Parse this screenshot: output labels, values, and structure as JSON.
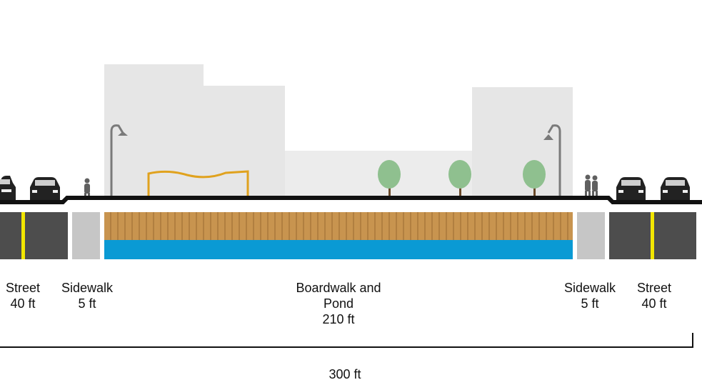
{
  "segments": [
    {
      "name": "Street",
      "width": "40 ft"
    },
    {
      "name": "Sidewalk",
      "width": "5 ft"
    },
    {
      "name": "Boardwalk and",
      "name2": "Pond",
      "width": "210 ft"
    },
    {
      "name": "Sidewalk",
      "width": "5 ft"
    },
    {
      "name": "Street",
      "width": "40 ft"
    }
  ],
  "total": "300 ft",
  "colors": {
    "asphalt": "#4d4d4d",
    "center_line": "#f2e600",
    "sidewalk": "#c6c6c6",
    "boardwalk": "#c8944f",
    "pond": "#0a9ad4",
    "building": "#e6e6e6",
    "ground": "#111111",
    "tree": "#8fc08f"
  },
  "icons": [
    "car-icon",
    "pedestrian-icon",
    "street-lamp-icon",
    "tree-icon",
    "railing-icon"
  ]
}
